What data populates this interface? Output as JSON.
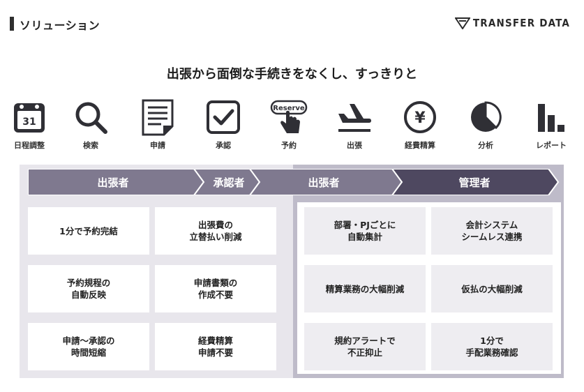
{
  "header": {
    "title": "ソリューション"
  },
  "brand": {
    "name": "TRANSFER DATA"
  },
  "headline": "出張から面倒な手続きをなくし、すっきりと",
  "icons": [
    {
      "name": "calendar-icon",
      "label": "日程調整",
      "glyph": "31"
    },
    {
      "name": "search-icon",
      "label": "検索"
    },
    {
      "name": "document-icon",
      "label": "申請"
    },
    {
      "name": "checkbox-icon",
      "label": "承認"
    },
    {
      "name": "reserve-icon",
      "label": "予約",
      "glyph": "Reserve"
    },
    {
      "name": "airplane-icon",
      "label": "出張"
    },
    {
      "name": "yen-icon",
      "label": "経費精算",
      "glyph": "¥"
    },
    {
      "name": "pie-chart-icon",
      "label": "分析"
    },
    {
      "name": "bar-chart-icon",
      "label": "レポート"
    }
  ],
  "flow": [
    {
      "label": "出張者"
    },
    {
      "label": "承認者"
    },
    {
      "label": "出張者"
    },
    {
      "label": "管理者"
    }
  ],
  "left_cards": [
    "1分で予約完結",
    "出張費の\n立替払い削減",
    "予約規程の\n自動反映",
    "申請書類の\n作成不要",
    "申請～承認の\n時間短縮",
    "経費精算\n申請不要"
  ],
  "right_cards": [
    "部署・PJごとに\n自動集計",
    "会計システム\nシームレス連携",
    "精算業務の大幅削減",
    "仮払の大幅削減",
    "規約アラートで\n不正抑止",
    "1分で\n手配業務確認"
  ],
  "colors": {
    "arrow_light": "#7f798f",
    "arrow_dark": "#4e4860",
    "panel_left": "#e8e6ec",
    "panel_right": "#bebbc9",
    "icon": "#2f2f35"
  }
}
